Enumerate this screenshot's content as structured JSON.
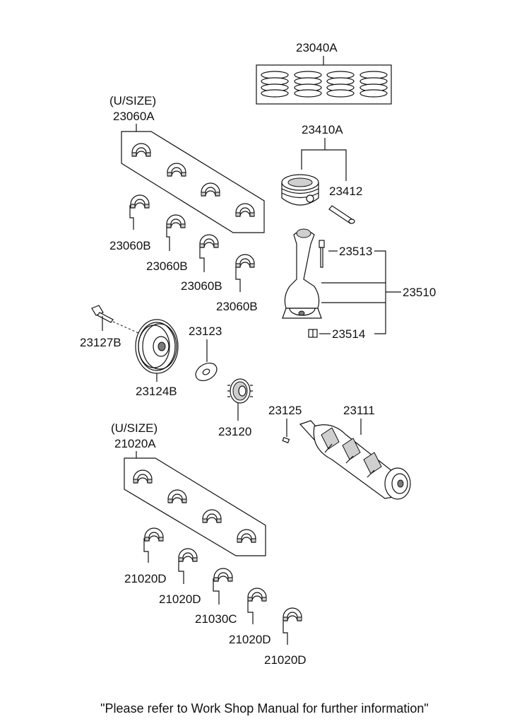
{
  "labels": {
    "p23040A": "23040A",
    "usize1": "(U/SIZE)",
    "p23060A": "23060A",
    "p23410A": "23410A",
    "p23412": "23412",
    "p23060B_1": "23060B",
    "p23060B_2": "23060B",
    "p23060B_3": "23060B",
    "p23060B_4": "23060B",
    "p23513": "23513",
    "p23510": "23510",
    "p23514": "23514",
    "p23127B": "23127B",
    "p23123": "23123",
    "p23124B": "23124B",
    "p23125": "23125",
    "p23111": "23111",
    "p23120": "23120",
    "usize2": "(U/SIZE)",
    "p21020A": "21020A",
    "p21020D_1": "21020D",
    "p21020D_2": "21020D",
    "p21030C": "21030C",
    "p21020D_3": "21020D",
    "p21020D_4": "21020D"
  },
  "footer": "\"Please refer to Work Shop Manual for further information\""
}
